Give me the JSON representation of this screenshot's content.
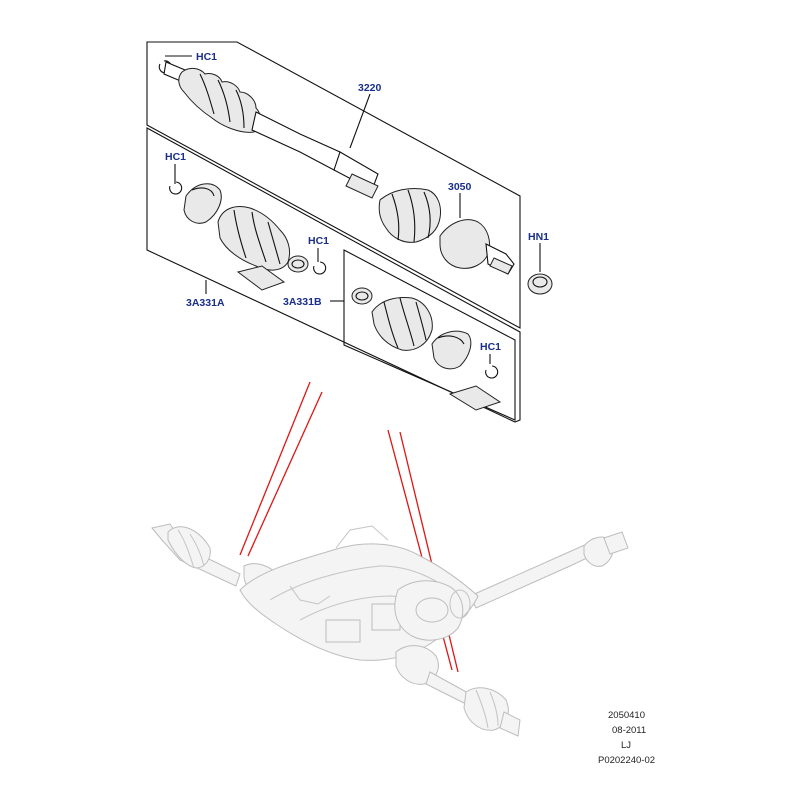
{
  "callouts": {
    "hc1_top": "HC1",
    "num_3220": "3220",
    "hc1_left": "HC1",
    "num_3050": "3050",
    "hn1": "HN1",
    "hc1_mid": "HC1",
    "kit_3a331a": "3A331A",
    "kit_3a331b": "3A331B",
    "hc1_right": "HC1"
  },
  "reference": {
    "code": "2050410",
    "date": "08-2011",
    "initials": "LJ",
    "drawing_no": "P0202240-02"
  },
  "colors": {
    "callout_text": "#1a2f8a",
    "leader_red": "#e01515",
    "ghost_grey": "#bdbdbd"
  }
}
